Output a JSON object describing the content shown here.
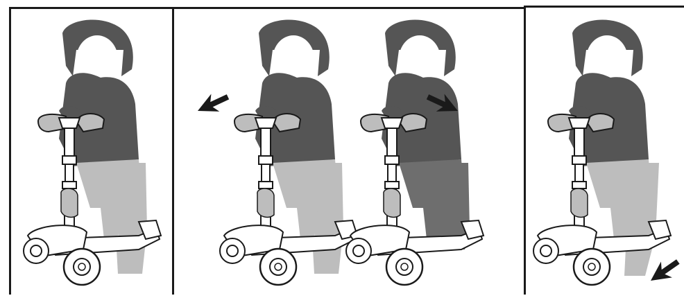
{
  "figure": {
    "panels": [
      {
        "id": "panel-1",
        "children": 1,
        "arrow": "none"
      },
      {
        "id": "panel-2",
        "children": 2,
        "arrow": "left-and-right"
      },
      {
        "id": "panel-3",
        "children": 1,
        "arrow": "down-left"
      }
    ],
    "icons": [
      "scooter-icon",
      "child-figure-icon",
      "arrow-icon"
    ],
    "colors": {
      "outline": "#1a1a1a",
      "hair_shirt": "#555555",
      "pants": "#bdbdbd",
      "pants_dark": "#6e6e6e",
      "arrow": "#1a1a1a"
    }
  }
}
